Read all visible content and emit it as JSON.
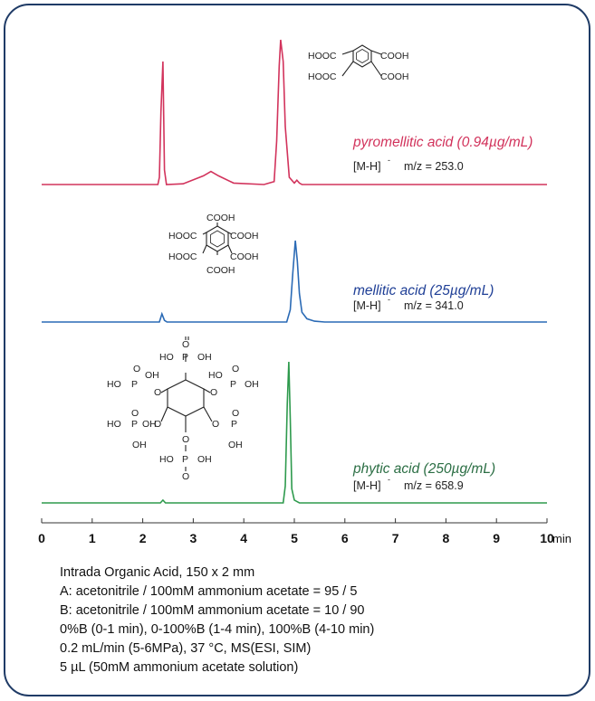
{
  "chart_data": {
    "type": "line",
    "xlabel": "min",
    "xlim": [
      0,
      10
    ],
    "xticks": [
      0,
      1,
      2,
      3,
      4,
      5,
      6,
      7,
      8,
      9,
      10
    ],
    "grid": false,
    "legend": "none",
    "series": [
      {
        "name": "pyromellitic acid (0.94µg/mL)",
        "ion": "[M-H]",
        "mz": "m/z = 253.0",
        "color": "#d2335c",
        "structure": [
          "HOOC",
          "COOH",
          "HOOC",
          "COOH"
        ],
        "x": [
          0,
          2.3,
          2.33,
          2.36,
          2.4,
          2.43,
          2.47,
          2.8,
          3.2,
          3.35,
          3.5,
          3.8,
          4.4,
          4.6,
          4.65,
          4.7,
          4.73,
          4.78,
          4.82,
          4.9,
          5.0,
          5.05,
          5.1,
          5.15,
          5.3,
          10
        ],
        "y": [
          0,
          0,
          0.05,
          0.5,
          0.85,
          0.1,
          0,
          0.005,
          0.06,
          0.09,
          0.06,
          0.01,
          0,
          0.02,
          0.3,
          0.82,
          1.0,
          0.85,
          0.4,
          0.05,
          0.01,
          0.03,
          0.01,
          0,
          0,
          0
        ]
      },
      {
        "name": "mellitic acid (25µg/mL)",
        "ion": "[M-H]",
        "mz": "m/z = 341.0",
        "color": "#2a6ab5",
        "structure": [
          "COOH",
          "HOOC",
          "COOH",
          "HOOC",
          "COOH",
          "COOH"
        ],
        "x": [
          0,
          2.33,
          2.38,
          2.43,
          2.48,
          4.85,
          4.92,
          4.97,
          5.02,
          5.06,
          5.1,
          5.15,
          5.25,
          5.4,
          5.6,
          10
        ],
        "y": [
          0,
          0,
          0.1,
          0.02,
          0,
          0,
          0.15,
          0.6,
          1.0,
          0.75,
          0.35,
          0.12,
          0.04,
          0.01,
          0,
          0
        ]
      },
      {
        "name": "phytic acid (250µg/mL)",
        "ion": "[M-H]",
        "mz": "m/z = 658.9",
        "color": "#2e9a4d",
        "structure": [
          "O",
          "HO",
          "P",
          "OH",
          "O",
          "HO",
          "P",
          "OH",
          "HO",
          "P",
          "OH",
          "O",
          "O",
          "O",
          "P",
          "OH",
          "HO",
          "P",
          "O",
          "O",
          "O",
          "OH",
          "OH",
          "O",
          "HO",
          "P",
          "OH",
          "O",
          "O"
        ],
        "x": [
          0,
          2.35,
          2.4,
          2.45,
          4.78,
          4.82,
          4.86,
          4.89,
          4.92,
          4.95,
          5.0,
          5.1,
          10
        ],
        "y": [
          0,
          0,
          0.02,
          0,
          0,
          0.12,
          0.7,
          1.0,
          0.6,
          0.1,
          0.02,
          0,
          0
        ]
      }
    ]
  },
  "conditions": [
    "Intrada Organic Acid, 150 x 2 mm",
    "A: acetonitrile / 100mM ammonium acetate = 95 / 5",
    "B: acetonitrile / 100mM ammonium acetate = 10 / 90",
    "0%B (0-1 min), 0-100%B (1-4 min), 100%B (4-10 min)",
    "0.2 mL/min (5-6MPa), 37 °C, MS(ESI, SIM)",
    "5 µL (50mM ammonium acetate solution)"
  ]
}
